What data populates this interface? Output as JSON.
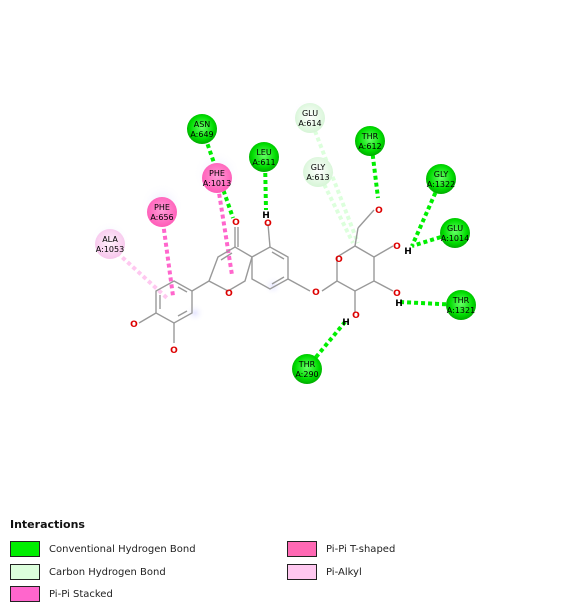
{
  "colors": {
    "conventional_hbond": "#00ee00",
    "carbon_hbond": "#dcffdc",
    "pi_pi_stacked": "#ff66cc",
    "pi_pi_tshaped": "#ff69b4",
    "pi_alkyl": "#ffc8f0",
    "ligand_bond": "#999999",
    "oxygen": "#dd0000"
  },
  "residues": [
    {
      "id": "asn649",
      "name": "ASN",
      "chain": "A:649",
      "type": "conventional"
    },
    {
      "id": "leu611",
      "name": "LEU",
      "chain": "A:611",
      "type": "conventional"
    },
    {
      "id": "phe1013",
      "name": "PHE",
      "chain": "A:1013",
      "type": "pi_pi_stacked"
    },
    {
      "id": "phe656",
      "name": "PHE",
      "chain": "A:656",
      "type": "pi_pi_tshaped"
    },
    {
      "id": "ala1053",
      "name": "ALA",
      "chain": "A:1053",
      "type": "pi_alkyl"
    },
    {
      "id": "glu614",
      "name": "GLU",
      "chain": "A:614",
      "type": "carbon"
    },
    {
      "id": "gly613",
      "name": "GLY",
      "chain": "A:613",
      "type": "carbon"
    },
    {
      "id": "thr612",
      "name": "THR",
      "chain": "A:612",
      "type": "conventional"
    },
    {
      "id": "gly1322",
      "name": "GLY",
      "chain": "A:1322",
      "type": "conventional"
    },
    {
      "id": "glu1014",
      "name": "GLU",
      "chain": "A:1014",
      "type": "conventional"
    },
    {
      "id": "thr1321",
      "name": "THR",
      "chain": "A:1321",
      "type": "conventional"
    },
    {
      "id": "thr290",
      "name": "THR",
      "chain": "A:290",
      "type": "conventional"
    }
  ],
  "atom_labels": {
    "oxygen": "O",
    "hydrogen": "H"
  },
  "legend": {
    "title": "Interactions",
    "items": [
      {
        "label": "Conventional Hydrogen Bond",
        "color": "#00ee00"
      },
      {
        "label": "Carbon Hydrogen Bond",
        "color": "#dcffdc"
      },
      {
        "label": "Pi-Pi Stacked",
        "color": "#ff66cc"
      },
      {
        "label": "Pi-Pi T-shaped",
        "color": "#ff69b4"
      },
      {
        "label": "Pi-Alkyl",
        "color": "#ffc8f0"
      }
    ]
  }
}
